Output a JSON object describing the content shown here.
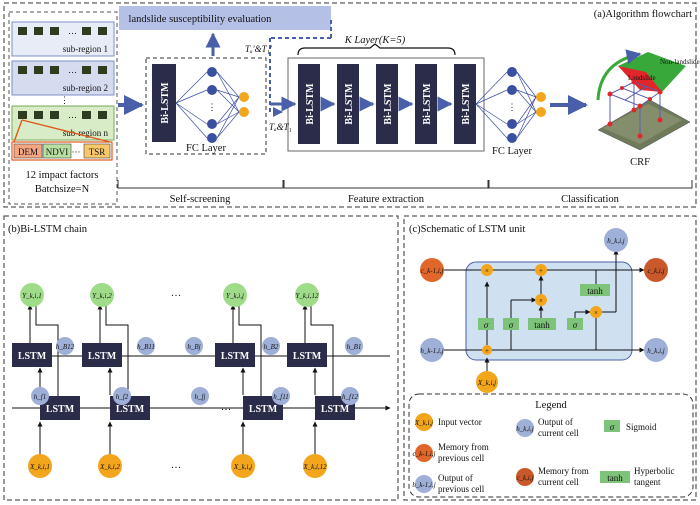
{
  "panel_a": {
    "caption": "(a)Algorithm flowchart",
    "subregions": [
      "sub-region 1",
      "sub-region 2",
      "sub-region n"
    ],
    "ellipsis": "…",
    "factor_boxes": [
      "DEM",
      "NDVI",
      "···",
      "TSR"
    ],
    "factors_line": "12 impact factors",
    "batch_line": "Batchsize=N",
    "eval_box": "landslide susceptibility evaluation",
    "t_top": "Tₐ'&T₁'",
    "t_bottom": "Tₐ&T₁",
    "bilstm": "Bi-LSTM",
    "fc_layer_1": "FC Layer",
    "fc_layer_2": "FC Layer",
    "k_layer": "K Layer(K=5)",
    "crf": "CRF",
    "map_label_top": "Non-landslide",
    "map_label_bottom": "Landslide",
    "stage_labels": [
      "Self-screening",
      "Feature extraction",
      "Classification"
    ]
  },
  "panel_b": {
    "caption": "(b)Bi-LSTM chain",
    "lstm": "LSTM",
    "outputs": [
      "Y_k,i,1",
      "Y_k,i,2",
      "Y_k,i,j",
      "Y_k,i,12"
    ],
    "inputs": [
      "X_k,i,1",
      "X_k,i,2",
      "X_k,i,j",
      "X_k,i,12"
    ],
    "h_top": [
      "h_B12",
      "h_B11",
      "h_Bj",
      "h_B2",
      "h_B1"
    ],
    "h_bottom": [
      "h_f1",
      "h_f2",
      "h_fj",
      "h_f11",
      "h_f12"
    ],
    "dots": "…"
  },
  "panel_c": {
    "caption": "(c)Schematic of LSTM unit",
    "c_prev": "c_k-1,i,j",
    "c_curr": "c_k,i,j",
    "h_prev": "h_k-1,i,j",
    "h_curr": "h_k,i,j",
    "x_in": "X_k,i,j",
    "sigma": "σ",
    "tanh": "tanh",
    "legend_title": "Legend",
    "legend": {
      "input": "Input vector",
      "memory_prev": [
        "Memory from",
        "previous cell"
      ],
      "output_prev": [
        "Output of",
        "previous cell"
      ],
      "output_curr": [
        "Output of",
        "current cell"
      ],
      "memory_curr": [
        "Memory from",
        "current cell"
      ],
      "sigmoid": "Sigmoid",
      "hyperbolic": [
        "Hyperbolic",
        "tangent"
      ]
    }
  },
  "colors": {
    "lstm": "#2b2b4a",
    "neuron": "#3a4fa0",
    "orange": "#f3a51c",
    "arrow_blue": "#4a5faa",
    "green_box": "#7dc47a",
    "cell_bg": "#cfe0f1",
    "memory": "#e0662a"
  }
}
